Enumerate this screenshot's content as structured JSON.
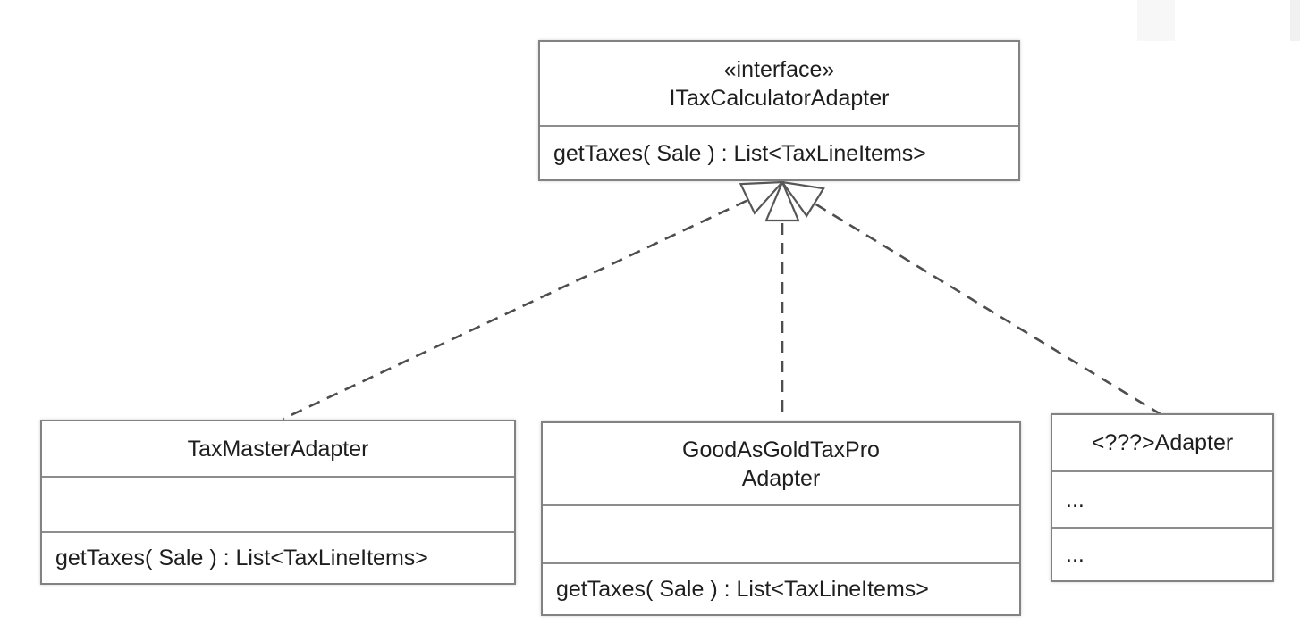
{
  "notation": "UML class diagram — Adapter pattern with realization (implements) relationships",
  "interface": {
    "stereotype": "«interface»",
    "name": "ITaxCalculatorAdapter",
    "operation": "getTaxes( Sale ) : List<TaxLineItems>"
  },
  "classes": [
    {
      "name": "TaxMasterAdapter",
      "name2": "",
      "attributes": "",
      "operation": "getTaxes( Sale ) : List<TaxLineItems>"
    },
    {
      "name": "GoodAsGoldTaxPro",
      "name2": "Adapter",
      "attributes": "",
      "operation": "getTaxes( Sale ) : List<TaxLineItems>"
    },
    {
      "name": "<???>Adapter",
      "name2": "",
      "attributes": "...",
      "operation": "..."
    }
  ],
  "relationships": [
    {
      "from": "TaxMasterAdapter",
      "to": "ITaxCalculatorAdapter",
      "type": "realization",
      "line": "dashed",
      "arrowhead": "hollow-triangle"
    },
    {
      "from": "GoodAsGoldTaxPro Adapter",
      "to": "ITaxCalculatorAdapter",
      "type": "realization",
      "line": "dashed",
      "arrowhead": "hollow-triangle"
    },
    {
      "from": "<???>Adapter",
      "to": "ITaxCalculatorAdapter",
      "type": "realization",
      "line": "dashed",
      "arrowhead": "hollow-triangle"
    }
  ],
  "colors": {
    "background": "#ffffff",
    "box_border": "#828282",
    "edge_line": "#4e4e4e",
    "text": "#1e1e1e"
  }
}
